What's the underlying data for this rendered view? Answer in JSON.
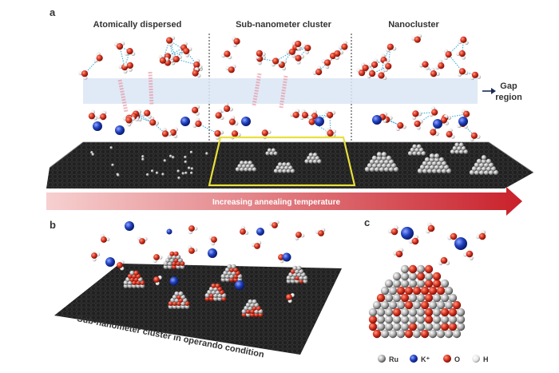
{
  "panels": {
    "a": {
      "letter": "a",
      "titles": [
        "Atomically dispersed",
        "Sub-nanometer cluster",
        "Nanocluster"
      ],
      "gap_label": [
        "Gap",
        "region"
      ],
      "arrow_label": "Increasing annealing temperature"
    },
    "b": {
      "letter": "b",
      "caption": "Sub-nanometer cluster in operando condition"
    },
    "c": {
      "letter": "c"
    }
  },
  "legend": [
    {
      "symbol": "Ru",
      "color": "#a8a8a8"
    },
    {
      "symbol": "K⁺",
      "color": "#1f3fbf"
    },
    {
      "symbol": "O",
      "color": "#d8321e"
    },
    {
      "symbol": "H",
      "color": "#f2f2f2"
    }
  ],
  "colors": {
    "water_oxygen": "#d8321e",
    "water_hydrogen": "#eeeeee",
    "potassium": "#1f3fbf",
    "ruthenium": "#a8a8a8",
    "graphene": "#333333",
    "gap_band": "#dbe6f5",
    "hbond": "#2aa7d6",
    "arrow_start": "#f7d0d0",
    "arrow_end": "#c9212b",
    "selection_frame": "#e8e03a"
  }
}
